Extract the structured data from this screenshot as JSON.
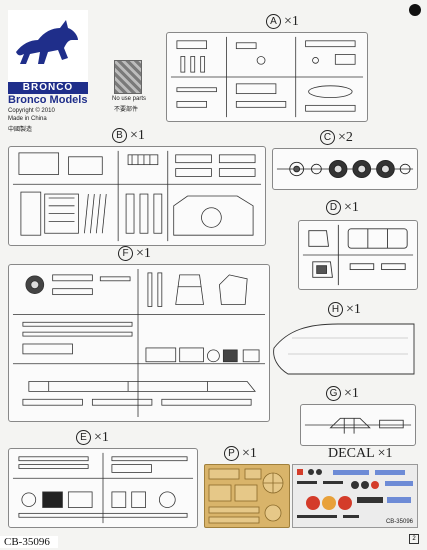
{
  "brand": {
    "name": "BRONCO",
    "subtitle": "Bronco Models",
    "copyright": "Copyright © 2010",
    "made_in": "Made in China",
    "made_in_cn": "中國製造"
  },
  "no_use": {
    "label_en": "No use parts",
    "label_cn": "不要部件"
  },
  "sprues": {
    "A": {
      "letter": "A",
      "count": "×1"
    },
    "B": {
      "letter": "B",
      "count": "×1"
    },
    "C": {
      "letter": "C",
      "count": "×2"
    },
    "D": {
      "letter": "D",
      "count": "×1"
    },
    "F": {
      "letter": "F",
      "count": "×1"
    },
    "H": {
      "letter": "H",
      "count": "×1"
    },
    "G": {
      "letter": "G",
      "count": "×1"
    },
    "E": {
      "letter": "E",
      "count": "×1"
    },
    "P": {
      "letter": "P",
      "count": "×1"
    }
  },
  "decal": {
    "label": "DECAL",
    "count": "×1",
    "code": "CB-35096"
  },
  "product_code": "CB-35096",
  "page_number": "2"
}
